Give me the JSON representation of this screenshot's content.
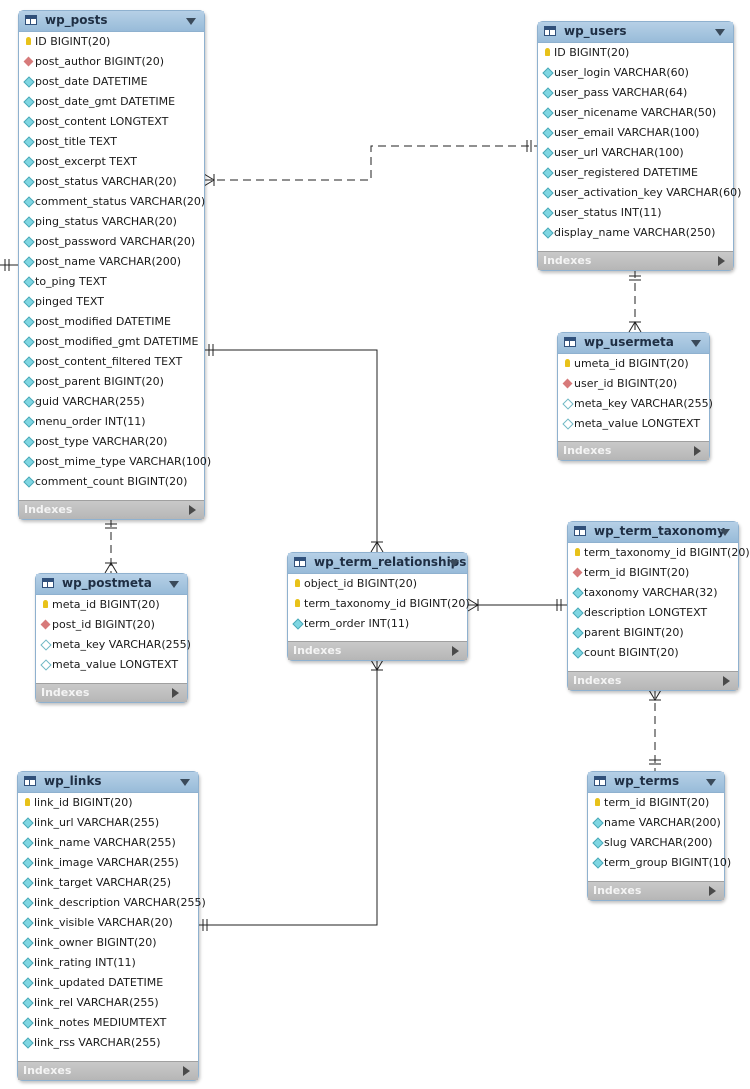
{
  "footer_label": "Indexes",
  "tables": {
    "wp_posts": {
      "name": "wp_posts",
      "columns": [
        {
          "icon": "key",
          "text": "ID BIGINT(20)"
        },
        {
          "icon": "fk",
          "text": "post_author BIGINT(20)"
        },
        {
          "icon": "col",
          "text": "post_date DATETIME"
        },
        {
          "icon": "col",
          "text": "post_date_gmt DATETIME"
        },
        {
          "icon": "col",
          "text": "post_content LONGTEXT"
        },
        {
          "icon": "col",
          "text": "post_title TEXT"
        },
        {
          "icon": "col",
          "text": "post_excerpt TEXT"
        },
        {
          "icon": "col",
          "text": "post_status VARCHAR(20)"
        },
        {
          "icon": "col",
          "text": "comment_status VARCHAR(20)"
        },
        {
          "icon": "col",
          "text": "ping_status VARCHAR(20)"
        },
        {
          "icon": "col",
          "text": "post_password VARCHAR(20)"
        },
        {
          "icon": "col",
          "text": "post_name VARCHAR(200)"
        },
        {
          "icon": "col",
          "text": "to_ping TEXT"
        },
        {
          "icon": "col",
          "text": "pinged TEXT"
        },
        {
          "icon": "col",
          "text": "post_modified DATETIME"
        },
        {
          "icon": "col",
          "text": "post_modified_gmt DATETIME"
        },
        {
          "icon": "col",
          "text": "post_content_filtered TEXT"
        },
        {
          "icon": "col",
          "text": "post_parent BIGINT(20)"
        },
        {
          "icon": "col",
          "text": "guid VARCHAR(255)"
        },
        {
          "icon": "col",
          "text": "menu_order INT(11)"
        },
        {
          "icon": "col",
          "text": "post_type VARCHAR(20)"
        },
        {
          "icon": "col",
          "text": "post_mime_type VARCHAR(100)"
        },
        {
          "icon": "col",
          "text": "comment_count BIGINT(20)"
        }
      ]
    },
    "wp_users": {
      "name": "wp_users",
      "columns": [
        {
          "icon": "key",
          "text": "ID BIGINT(20)"
        },
        {
          "icon": "col",
          "text": "user_login VARCHAR(60)"
        },
        {
          "icon": "col",
          "text": "user_pass VARCHAR(64)"
        },
        {
          "icon": "col",
          "text": "user_nicename VARCHAR(50)"
        },
        {
          "icon": "col",
          "text": "user_email VARCHAR(100)"
        },
        {
          "icon": "col",
          "text": "user_url VARCHAR(100)"
        },
        {
          "icon": "col",
          "text": "user_registered DATETIME"
        },
        {
          "icon": "col",
          "text": "user_activation_key VARCHAR(60)"
        },
        {
          "icon": "col",
          "text": "user_status INT(11)"
        },
        {
          "icon": "col",
          "text": "display_name VARCHAR(250)"
        }
      ]
    },
    "wp_usermeta": {
      "name": "wp_usermeta",
      "columns": [
        {
          "icon": "key",
          "text": "umeta_id BIGINT(20)"
        },
        {
          "icon": "fk",
          "text": "user_id BIGINT(20)"
        },
        {
          "icon": "null",
          "text": "meta_key VARCHAR(255)"
        },
        {
          "icon": "null",
          "text": "meta_value LONGTEXT"
        }
      ]
    },
    "wp_postmeta": {
      "name": "wp_postmeta",
      "columns": [
        {
          "icon": "key",
          "text": "meta_id BIGINT(20)"
        },
        {
          "icon": "fk",
          "text": "post_id BIGINT(20)"
        },
        {
          "icon": "null",
          "text": "meta_key VARCHAR(255)"
        },
        {
          "icon": "null",
          "text": "meta_value LONGTEXT"
        }
      ]
    },
    "wp_term_relationships": {
      "name": "wp_term_relationships",
      "columns": [
        {
          "icon": "key",
          "text": "object_id BIGINT(20)"
        },
        {
          "icon": "key",
          "text": "term_taxonomy_id BIGINT(20)"
        },
        {
          "icon": "col",
          "text": "term_order INT(11)"
        }
      ]
    },
    "wp_term_taxonomy": {
      "name": "wp_term_taxonomy",
      "columns": [
        {
          "icon": "key",
          "text": "term_taxonomy_id BIGINT(20)"
        },
        {
          "icon": "fk",
          "text": "term_id BIGINT(20)"
        },
        {
          "icon": "col",
          "text": "taxonomy VARCHAR(32)"
        },
        {
          "icon": "col",
          "text": "description LONGTEXT"
        },
        {
          "icon": "col",
          "text": "parent BIGINT(20)"
        },
        {
          "icon": "col",
          "text": "count BIGINT(20)"
        }
      ]
    },
    "wp_terms": {
      "name": "wp_terms",
      "columns": [
        {
          "icon": "key",
          "text": "term_id BIGINT(20)"
        },
        {
          "icon": "col",
          "text": "name VARCHAR(200)"
        },
        {
          "icon": "col",
          "text": "slug VARCHAR(200)"
        },
        {
          "icon": "col",
          "text": "term_group BIGINT(10)"
        }
      ]
    },
    "wp_links": {
      "name": "wp_links",
      "columns": [
        {
          "icon": "key",
          "text": "link_id BIGINT(20)"
        },
        {
          "icon": "col",
          "text": "link_url VARCHAR(255)"
        },
        {
          "icon": "col",
          "text": "link_name VARCHAR(255)"
        },
        {
          "icon": "col",
          "text": "link_image VARCHAR(255)"
        },
        {
          "icon": "col",
          "text": "link_target VARCHAR(25)"
        },
        {
          "icon": "col",
          "text": "link_description VARCHAR(255)"
        },
        {
          "icon": "col",
          "text": "link_visible VARCHAR(20)"
        },
        {
          "icon": "col",
          "text": "link_owner BIGINT(20)"
        },
        {
          "icon": "col",
          "text": "link_rating INT(11)"
        },
        {
          "icon": "col",
          "text": "link_updated DATETIME"
        },
        {
          "icon": "col",
          "text": "link_rel VARCHAR(255)"
        },
        {
          "icon": "col",
          "text": "link_notes MEDIUMTEXT"
        },
        {
          "icon": "col",
          "text": "link_rss VARCHAR(255)"
        }
      ]
    }
  }
}
